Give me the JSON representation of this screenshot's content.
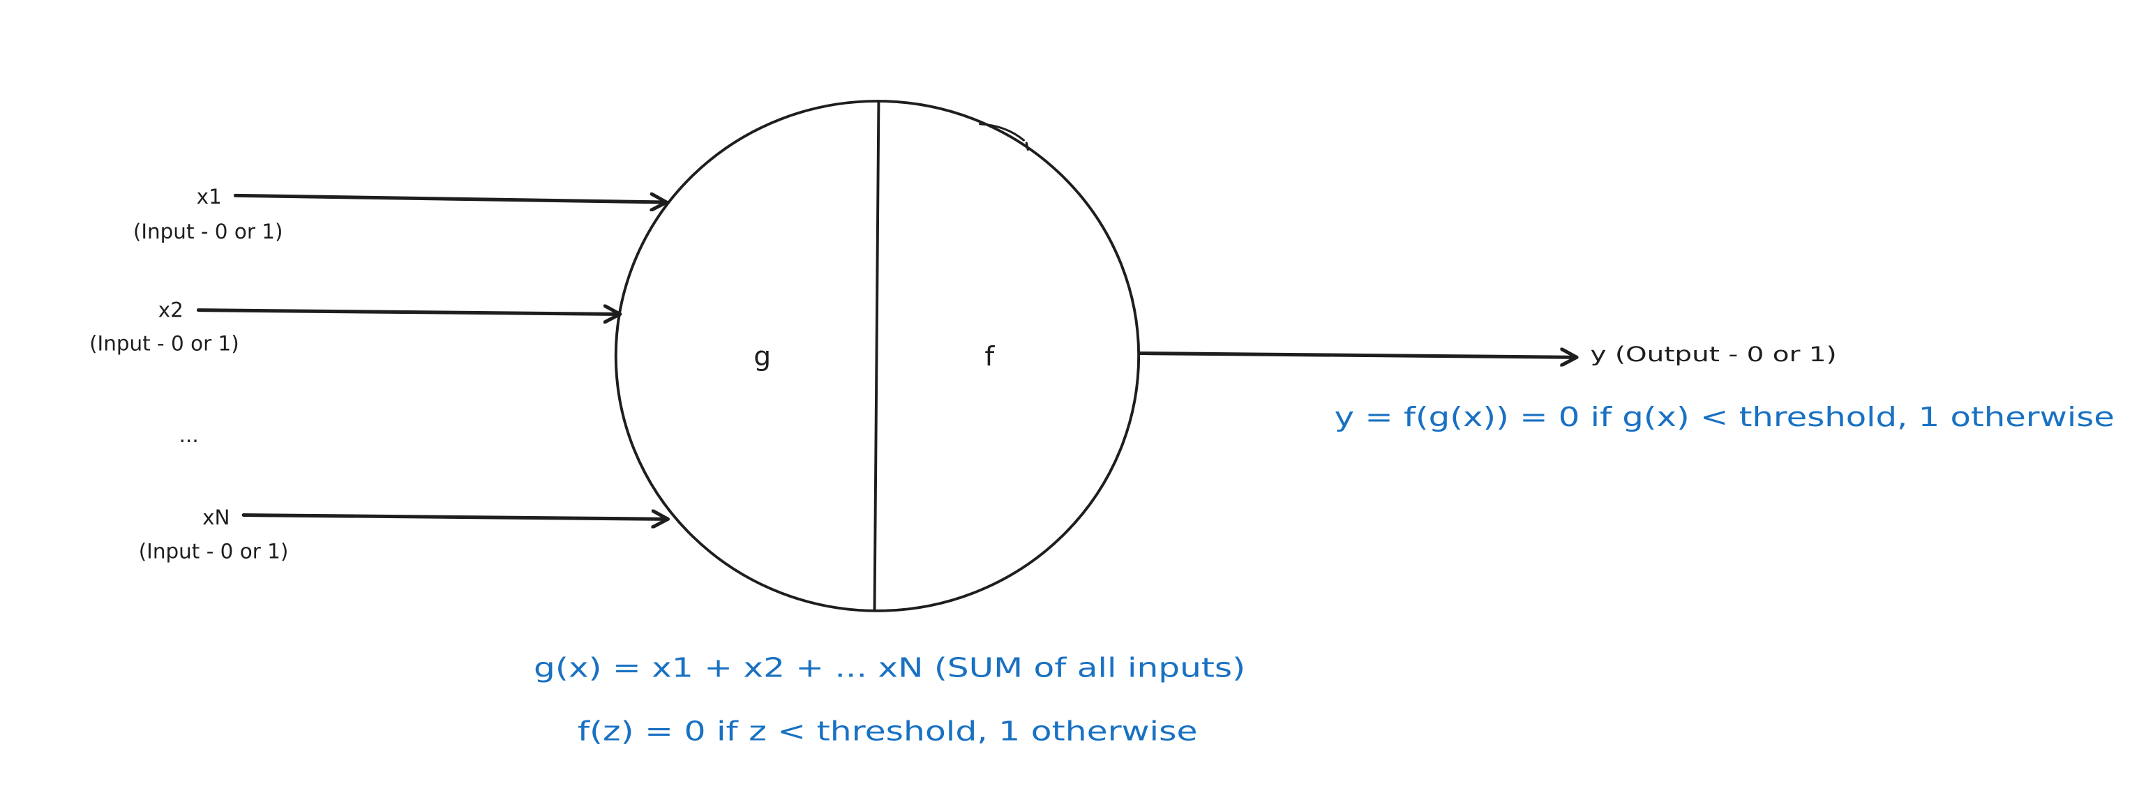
{
  "colors": {
    "ink": "#1e1e1e",
    "annotation": "#1971c2",
    "background": "#ffffff"
  },
  "inputs": [
    {
      "name": "x1",
      "desc": "(Input - 0 or 1)"
    },
    {
      "name": "x2",
      "desc": "(Input - 0 or 1)"
    },
    {
      "name": "xN",
      "desc": "(Input - 0 or 1)"
    }
  ],
  "ellipsis": "...",
  "neuron": {
    "left_label": "g",
    "right_label": "f"
  },
  "output": {
    "label": "y (Output - 0 or 1)",
    "formula": "y = f(g(x)) = 0 if g(x) < threshold, 1 otherwise"
  },
  "formulas": {
    "g": "g(x) = x1 + x2 + ... xN (SUM of all inputs)",
    "f": "f(z) = 0 if z < threshold, 1 otherwise"
  }
}
